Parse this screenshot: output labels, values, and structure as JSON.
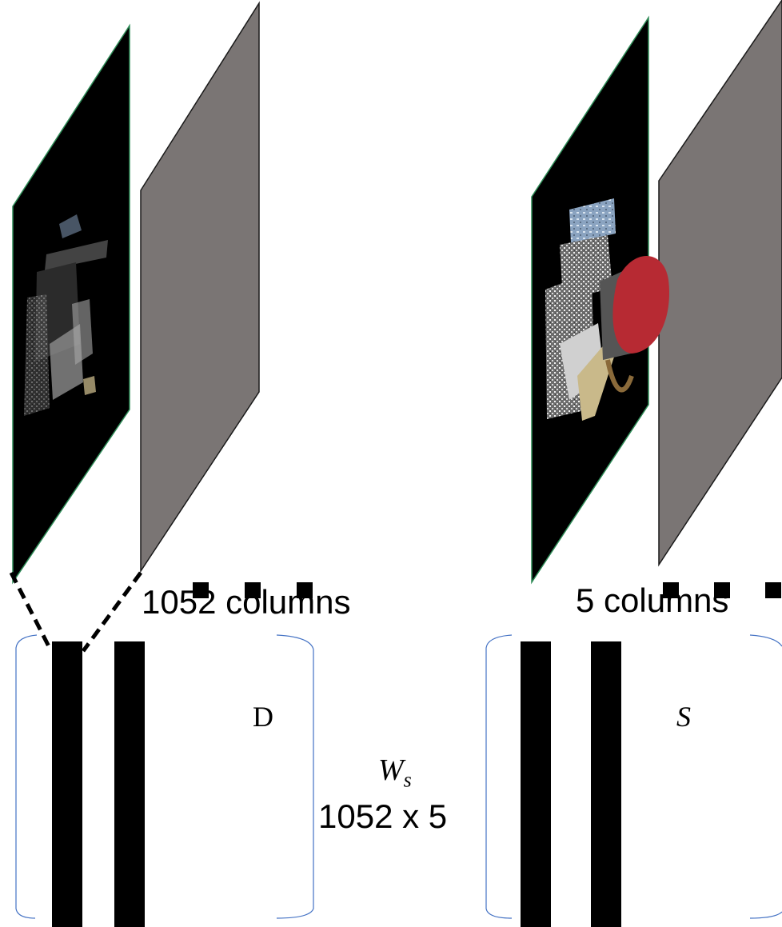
{
  "left": {
    "columns_label": "1052 columns",
    "matrix_label": "D",
    "ellipsis": "..."
  },
  "middle": {
    "weight_symbol": "W",
    "weight_subscript": "s",
    "weight_dims": "1052 x 5"
  },
  "right": {
    "columns_label": "5 columns",
    "matrix_label": "S",
    "ellipsis": "..."
  },
  "colors": {
    "frame_fill": "#000000",
    "frame_border": "#2e8b57",
    "gray_plane": "#7a7574",
    "bracket": "#4472c4",
    "column_bar": "#000000",
    "red_cloth": "#b72a33",
    "silver": "#c8c8c8",
    "wood": "#c9b98a",
    "blue_tile": "#8aa3c0"
  }
}
